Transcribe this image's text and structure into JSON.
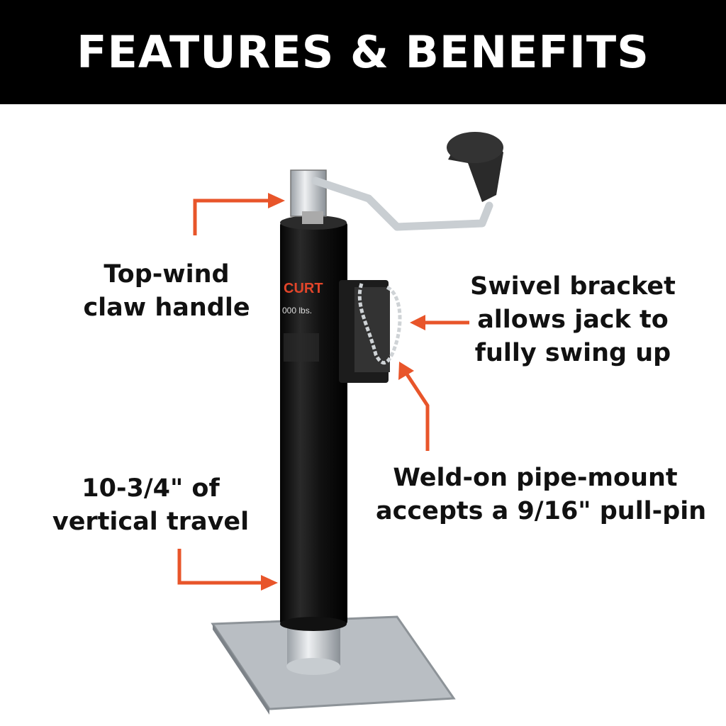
{
  "banner": {
    "title": "FEATURES & BENEFITS"
  },
  "callouts": {
    "handle": [
      "Top-wind",
      "claw handle"
    ],
    "swivel": [
      "Swivel bracket",
      "allows jack to",
      "fully swing up"
    ],
    "mount": [
      "Weld-on pipe-mount",
      "accepts a 9/16\" pull-pin"
    ],
    "travel": [
      "10-3/4\" of",
      "vertical travel"
    ]
  },
  "product": {
    "brand_logo_text": "CURT",
    "capacity_text": "000 lbs."
  },
  "colors": {
    "banner": "#000000",
    "arrow": "#e8552a",
    "jack_body": "#141414",
    "brand": "#e2452a"
  }
}
